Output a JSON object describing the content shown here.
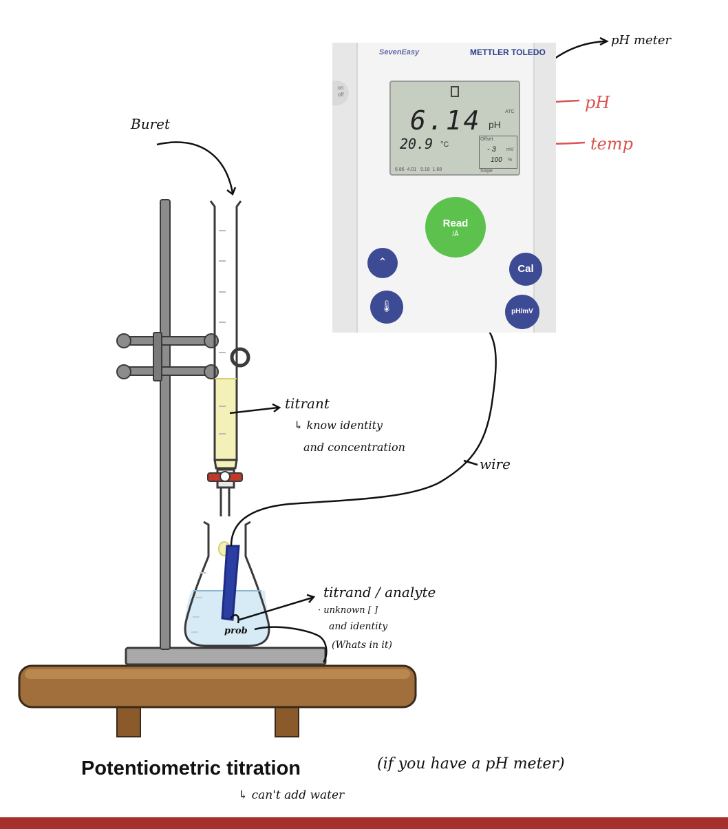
{
  "meter": {
    "model": "SevenEasy",
    "brand": "METTLER TOLEDO",
    "ph_value": "6.14",
    "ph_unit": "pH",
    "temp_value": "20.9",
    "temp_unit": "°C",
    "atc": "ATC",
    "offset_label": "Offset",
    "offset_value": "- 3",
    "offset_unit": "mV",
    "slope_value": "100",
    "slope_unit": "%",
    "slope_label": "Slope",
    "buffers": "6.86  4.01   9.18  1.68",
    "onoff_label": "on\noff",
    "read_label": "Read",
    "cal_label": "Cal",
    "phmv_label": "pH/mV"
  },
  "annotations": {
    "ph_meter": "pH meter",
    "ph": "pH",
    "temp": "temp",
    "burette": "Buret",
    "titrant": "titrant",
    "titrant_note_1": "↳ know identity",
    "titrant_note_2": "and concentration",
    "wire": "wire",
    "titrand": "titrand / analyte",
    "titrand_note_1": "· unknown [ ]",
    "titrand_note_2": "and identity",
    "titrand_note_3": "(Whats in it)",
    "probe": "prob",
    "subtitle_note": "(if you have a pH meter)",
    "cant_add_water": "↳ can't add water"
  },
  "title": "Potentiometric titration",
  "colors": {
    "accent_red": "#d9534f",
    "read_button": "#5cc24d",
    "meter_button": "#3d4a94",
    "bottom_bar": "#a5312d",
    "probe": "#2b3fa3",
    "titrant_liquid": "#f3f0b8",
    "analyte_liquid": "#d6ebf5"
  }
}
